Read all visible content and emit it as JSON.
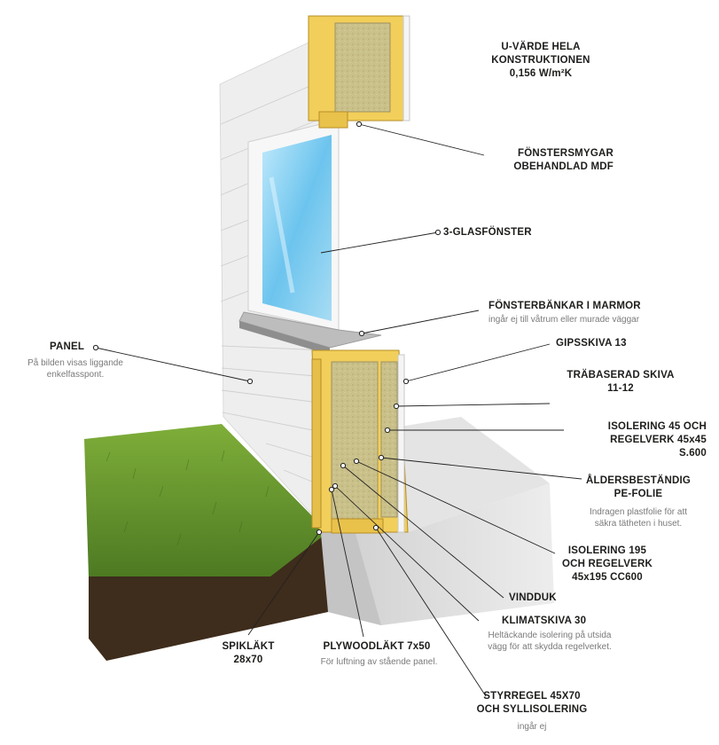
{
  "labels": {
    "u_value": {
      "line1": "U-VÄRDE HELA",
      "line2": "KONSTRUKTIONEN",
      "line3": "0,156 W/m²K"
    },
    "window_reveal": {
      "line1": "FÖNSTERSMYGAR",
      "line2": "OBEHANDLAD MDF"
    },
    "triple_glazing": {
      "line1": "3-GLASFÖNSTER"
    },
    "window_sill": {
      "line1": "FÖNSTERBÄNKAR I MARMOR",
      "note": "ingår ej till våtrum eller murade väggar"
    },
    "gypsum": {
      "line1": "GIPSSKIVA 13"
    },
    "wood_board": {
      "line1": "TRÄBASERAD SKIVA",
      "line2": "11-12"
    },
    "insulation_45": {
      "line1": "ISOLERING 45 OCH",
      "line2": "REGELVERK 45x45",
      "line3": "S.600"
    },
    "pe_foil": {
      "line1": "ÅLDERSBESTÄNDIG",
      "line2": "PE-FOLIE",
      "note1": "Indragen plastfolie för att",
      "note2": "säkra tätheten i huset."
    },
    "insulation_195": {
      "line1": "ISOLERING 195",
      "line2": "OCH REGELVERK",
      "line3": "45x195 CC600"
    },
    "wind_cloth": {
      "line1": "VINDDUK"
    },
    "climate_board": {
      "line1": "KLIMATSKIVA 30",
      "note1": "Heltäckande isolering på utsida",
      "note2": "vägg för att skydda regelverket."
    },
    "sill_plate": {
      "line1": "STYRREGEL 45X70",
      "line2": "OCH SYLLISOLERING",
      "note": "ingår ej"
    },
    "panel": {
      "line1": "PANEL",
      "note1": "På bilden visas liggande",
      "note2": "enkelfasspont."
    },
    "nail_batten": {
      "line1": "SPIKLÄKT",
      "line2": "28x70"
    },
    "plywood_batten": {
      "line1": "PLYWOODLÄKT 7x50",
      "note": "För luftning av stående panel."
    }
  },
  "colors": {
    "insulation": "#c9c08a",
    "timber": "#f2cf5a",
    "grass": "#5f8f2a",
    "soil": "#3e2c1c",
    "concrete": "#d9d9d9",
    "glass": "#8fd3f0",
    "panel": "#eeeeee"
  }
}
